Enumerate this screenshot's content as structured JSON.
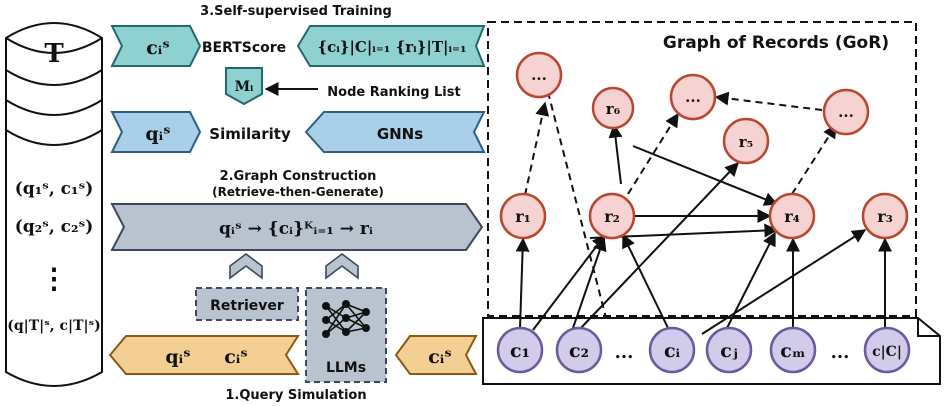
{
  "corpus": {
    "label": "T",
    "pair_1": "(q₁ˢ, c₁ˢ)",
    "pair_2": "(q₂ˢ, c₂ˢ)",
    "dots": "⋮",
    "pair_last": "(q|T|ˢ, c|T|ˢ)"
  },
  "training": {
    "title": "3.Self-supervised Training",
    "chunk_summary": "cᵢˢ",
    "bertscore": "BERTScore",
    "set_expr": "{cᵢ}|C|ᵢ₌₁ {rᵢ}|T|ᵢ₌₁",
    "ranking_node": "Mᵢ",
    "ranking_label": "Node Ranking List",
    "query": "qᵢˢ",
    "similarity": "Similarity",
    "gnns": "GNNs"
  },
  "construction": {
    "title": "2.Graph Construction",
    "subtitle": "(Retrieve-then-Generate)",
    "formula": "qᵢˢ → {cᵢ}ᴷᵢ₌₁ → rᵢ",
    "retriever": "Retriever",
    "llms": "LLMs"
  },
  "simulation": {
    "title": "1.Query Simulation",
    "out_query": "qᵢˢ",
    "out_chunk": "cᵢˢ",
    "in_chunk": "cᵢˢ"
  },
  "gor": {
    "title": "Graph of Records (GoR)",
    "records": [
      {
        "id": "r-ellipsis-top",
        "label": "..."
      },
      {
        "id": "r6",
        "label": "r₆"
      },
      {
        "id": "r-ellipsis-mid",
        "label": "..."
      },
      {
        "id": "r-ellipsis-right",
        "label": "..."
      },
      {
        "id": "r5",
        "label": "r₅"
      },
      {
        "id": "r1",
        "label": "r₁"
      },
      {
        "id": "r2",
        "label": "r₂"
      },
      {
        "id": "r4",
        "label": "r₄"
      },
      {
        "id": "r3",
        "label": "r₃"
      }
    ],
    "chunks": [
      {
        "id": "c1",
        "label": "c₁"
      },
      {
        "id": "c2",
        "label": "c₂"
      },
      {
        "id": "c-dots-1",
        "label": "..."
      },
      {
        "id": "ci",
        "label": "cᵢ"
      },
      {
        "id": "cj",
        "label": "cⱼ"
      },
      {
        "id": "cm",
        "label": "cₘ"
      },
      {
        "id": "c-dots-2",
        "label": "..."
      },
      {
        "id": "cC",
        "label": "c|C|"
      }
    ]
  },
  "colors": {
    "teal": "#8fd0d0",
    "blue": "#a9cfe9",
    "gray": "#b9c3cf",
    "orange": "#f3cf94",
    "record_fill": "#f6d2d2",
    "record_stroke": "#b9472f",
    "chunk_fill": "#d2cbea",
    "chunk_stroke": "#6a5a9e"
  }
}
